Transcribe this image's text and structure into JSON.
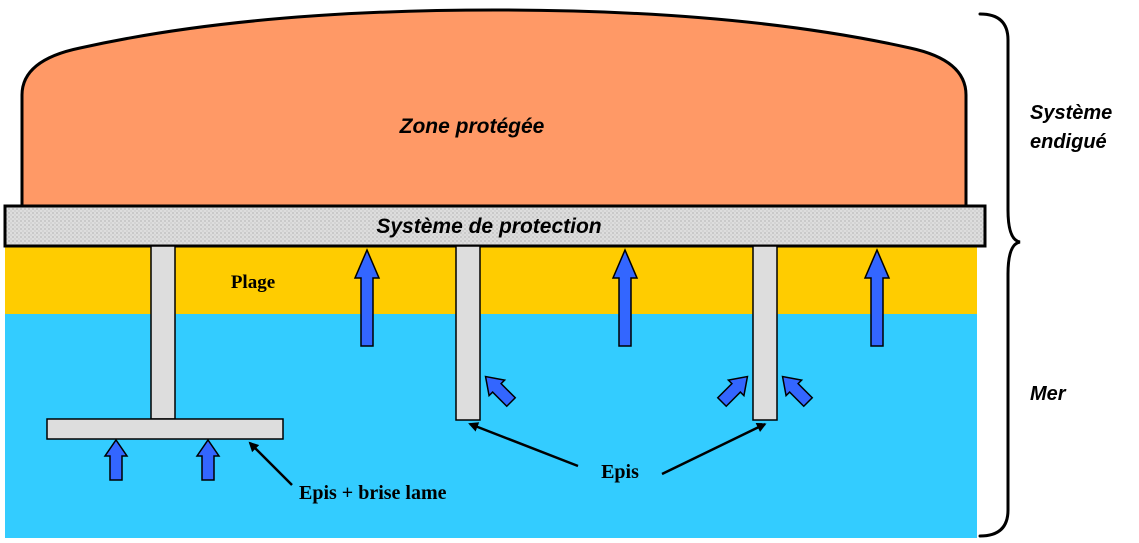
{
  "labels": {
    "zone": "Zone protégée",
    "protection": "Système de protection",
    "plage": "Plage",
    "epis_brise": "Epis + brise lame",
    "epis": "Epis",
    "systeme_line1": "Système",
    "systeme_line2": "endigué",
    "mer": "Mer"
  },
  "colors": {
    "zone": "#FF9966",
    "plage": "#FFCC00",
    "mer": "#33CCFF",
    "protection": "#DDDDDD",
    "epi": "#DDDDDD",
    "arrow": "#3366FF",
    "outline": "#000000"
  },
  "icons": {
    "wave_arrow": "arrow-up-icon",
    "pointer": "pointer-arrow-icon"
  }
}
